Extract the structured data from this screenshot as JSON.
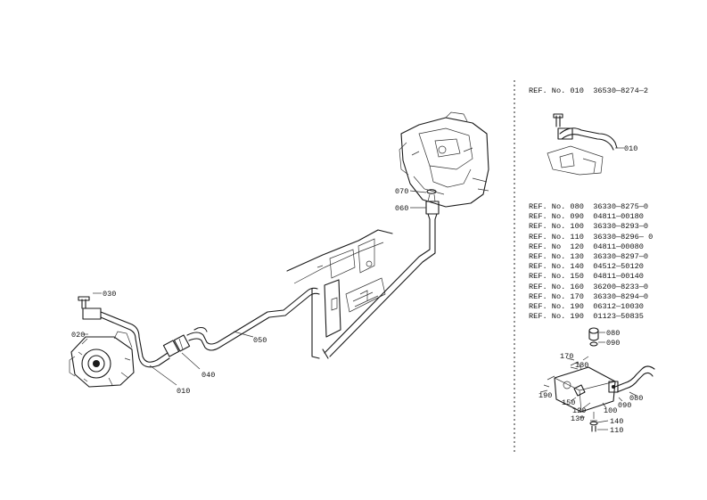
{
  "ref_header": "REF. No. 010  36530—8274—2",
  "ref_list": [
    "REF. No. 080  36330—8275—0",
    "REF. No. 090  04811—00180",
    "REF. No. 100  36330—8293—0",
    "REF. No. 110  36330—8296— 0",
    "REF. No  120  04811—00080",
    "REF. No. 130  36330—8297—0",
    "REF. No. 140  04512—50120",
    "REF. No. 150  04811—00140",
    "REF. No. 160  36200—8233—0",
    "REF. No. 170  36330—8294—0",
    "REF. No. 190  06312—10030",
    "REF. No. 190  01123—50835"
  ],
  "callouts": {
    "c010": "010",
    "c020": "020",
    "c030": "030",
    "c040": "040",
    "c050": "050",
    "c060": "060",
    "c070": "070",
    "d010": "010",
    "d080": "080",
    "d090": "090",
    "d170": "170",
    "d180": "180",
    "d190": "190",
    "d150": "150",
    "d120": "120",
    "d100": "100",
    "d090b": "090",
    "d080b": "080",
    "d130": "130",
    "d140": "140",
    "d110": "110"
  }
}
